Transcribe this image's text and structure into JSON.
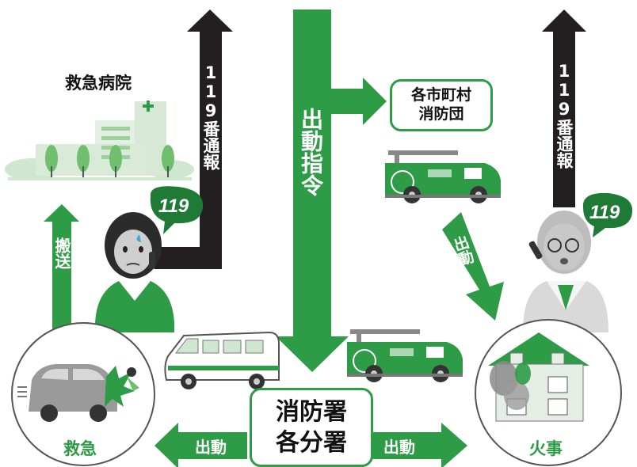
{
  "colors": {
    "green": "#2e9b46",
    "dark_green": "#1f7a35",
    "black_arrow": "#231f20",
    "light_green": "#cfe7cf",
    "gray": "#9a9a9a"
  },
  "labels": {
    "hospital": "救急病院",
    "report_left": "119番通報",
    "report_right": "119番通報",
    "dispatch_order": "出動指令",
    "municipal_l1": "各市町村",
    "municipal_l2": "消防団",
    "dispatch_diag": "出動",
    "transport": "搬送",
    "station_l1": "消防署",
    "station_l2": "各分署",
    "dispatch_left": "出動",
    "dispatch_right": "出動",
    "emergency": "救急",
    "fire": "火事",
    "call_left": "119",
    "call_right": "119"
  },
  "icons": [
    "hospital-icon",
    "woman-caller-icon",
    "elderly-man-caller-icon",
    "fire-engine-icon",
    "ambulance-icon",
    "car-accident-icon",
    "burning-house-icon"
  ]
}
